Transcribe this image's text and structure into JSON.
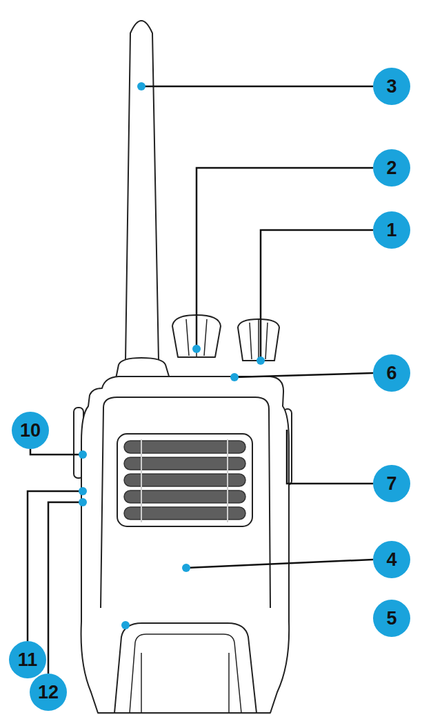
{
  "diagram": {
    "labels": [
      "3",
      "2",
      "1",
      "6",
      "10",
      "7",
      "4",
      "5",
      "11",
      "12"
    ]
  }
}
